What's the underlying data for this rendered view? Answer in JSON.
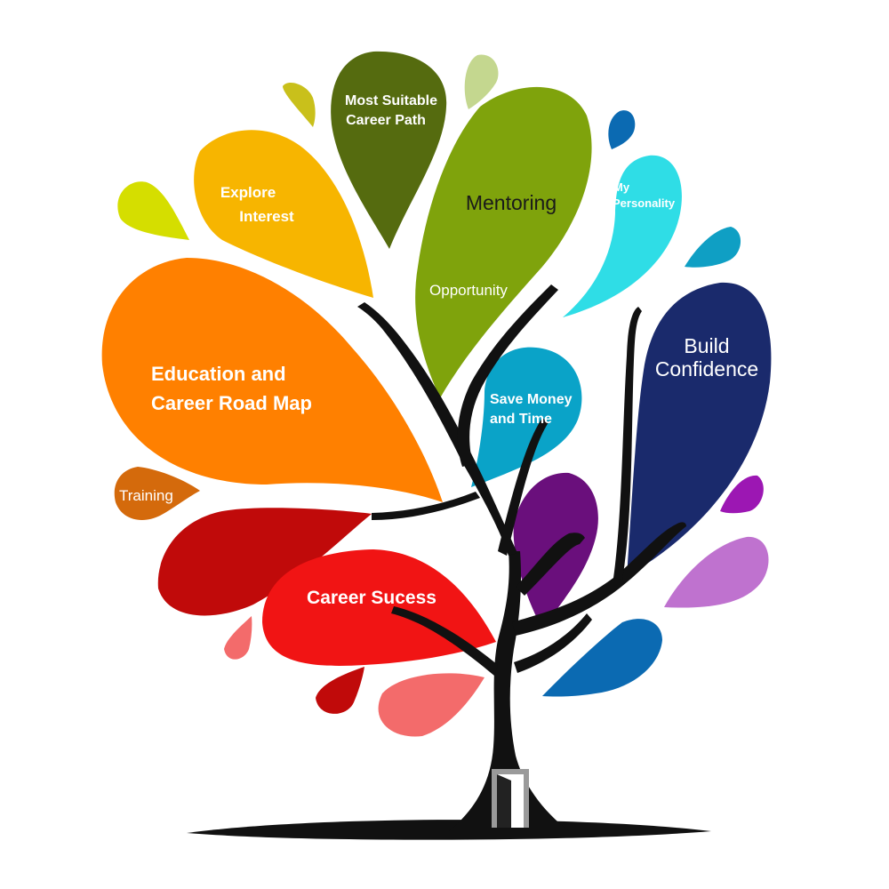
{
  "diagram": {
    "leaves": {
      "most_suitable": {
        "line1": "Most Suitable",
        "line2": "Career Path",
        "color": "#556b0f"
      },
      "explore": {
        "line1": "Explore",
        "line2": "Interest",
        "color": "#f7b500"
      },
      "mentoring": {
        "text": "Mentoring",
        "color": "#7fa30c"
      },
      "opportunity": {
        "text": "Opportunity"
      },
      "personality": {
        "line1": "My",
        "line2": "Personality",
        "color": "#2fdde6"
      },
      "education": {
        "line1": "Education and",
        "line2": "Career Road Map",
        "color": "#ff8000"
      },
      "build_confidence": {
        "line1": "Build",
        "line2": "Confidence",
        "color": "#1a2a6c"
      },
      "save_money": {
        "line1": "Save Money",
        "line2": "and Time",
        "color": "#0aa3c8"
      },
      "training": {
        "text": "Training",
        "color": "#d46a0c"
      },
      "career_success": {
        "text": "Career Sucess",
        "color": "#f11414"
      }
    },
    "colors": {
      "trunk": "#111111",
      "dark_red": "#c00a0a",
      "salmon": "#f36b6b",
      "purple": "#6a0f7c",
      "violet": "#9c17b3",
      "lilac": "#bf72cf",
      "blue": "#0b6ab2",
      "teal": "#0f9fc4",
      "olive_drop": "#c9c01b",
      "lime_drop": "#d5de00",
      "sage_drop": "#c4d78f",
      "door": "#9a9a9a"
    }
  }
}
